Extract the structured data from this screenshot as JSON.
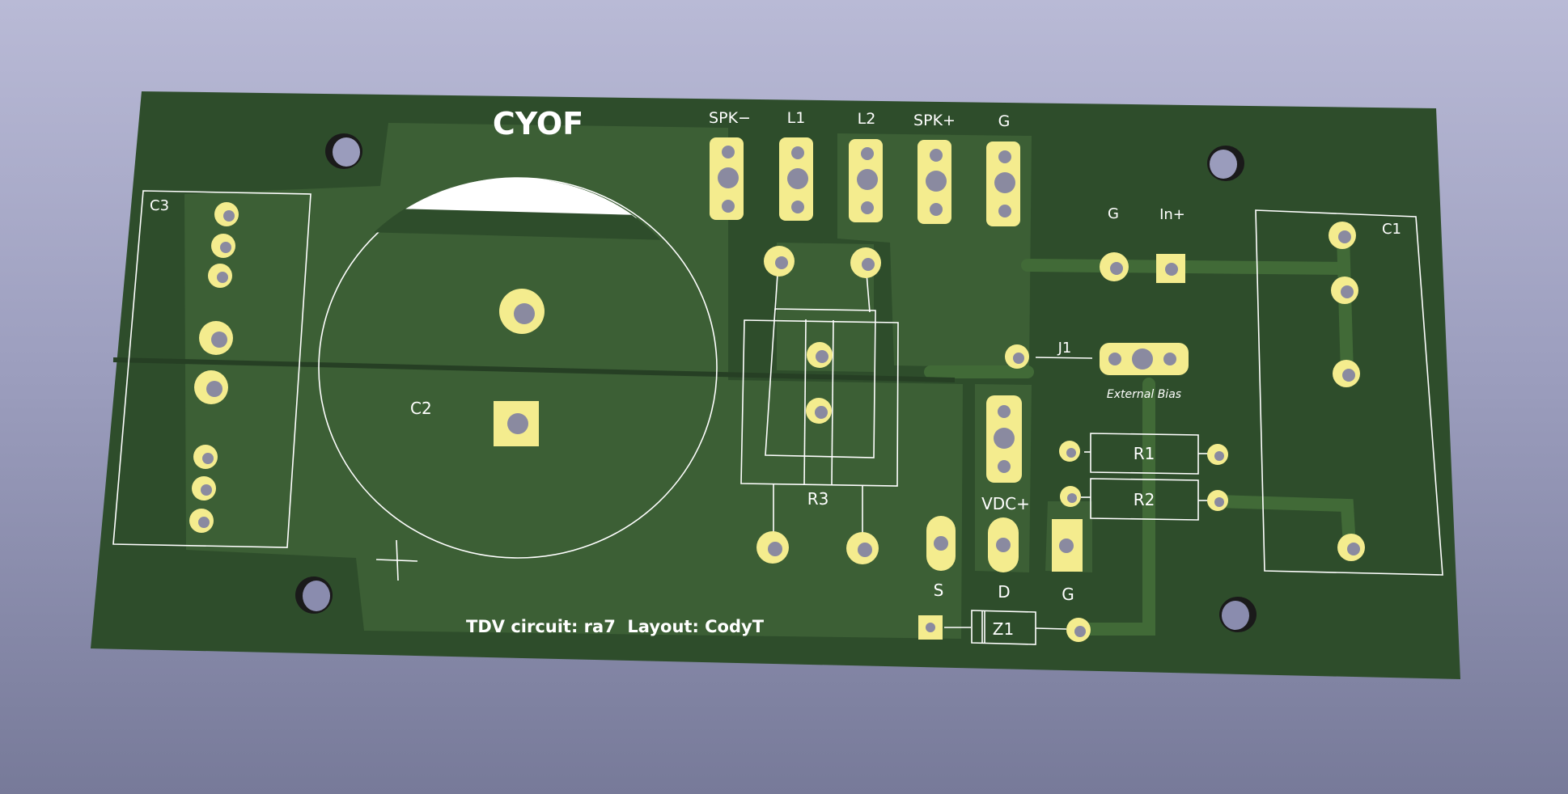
{
  "board": {
    "title": "CYOF",
    "credit": "TDV circuit: ra7  Layout: CodyT",
    "colors": {
      "background_top": "#b9bad6",
      "background_bottom": "#777a99",
      "board": "#2e4d2b",
      "copper_pour": "#3c5f35",
      "pad": "#f4ec8e",
      "silkscreen": "#ffffff"
    }
  },
  "labels": {
    "spk_minus": "SPK−",
    "l1": "L1",
    "l2": "L2",
    "spk_plus": "SPK+",
    "g_top": "G",
    "g_input": "G",
    "in_plus": "In+",
    "c1": "C1",
    "c2": "C2",
    "c3": "C3",
    "j1": "J1",
    "external_bias": "External Bias",
    "r1": "R1",
    "r2": "R2",
    "r3": "R3",
    "vdc_plus": "VDC+",
    "s": "S",
    "d": "D",
    "g_bottom": "G",
    "z1": "Z1"
  }
}
